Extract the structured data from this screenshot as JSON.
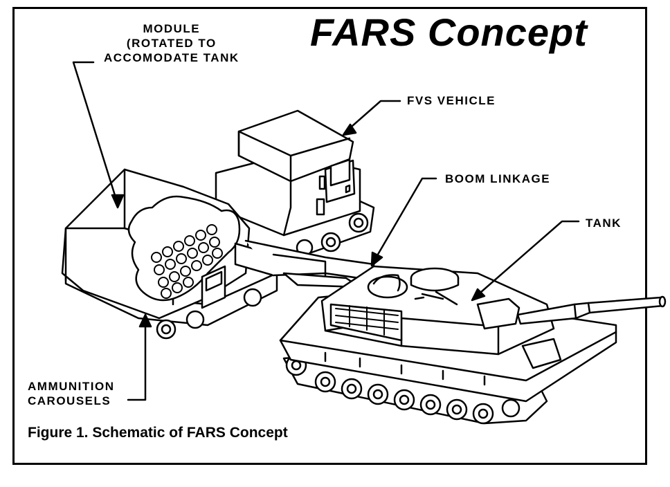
{
  "title": "FARS Concept",
  "labels": {
    "module": [
      "MODULE",
      "(ROTATED TO",
      "ACCOMODATE TANK"
    ],
    "fvs_vehicle": "FVS VEHICLE",
    "boom_linkage": "BOOM LINKAGE",
    "tank": "TANK",
    "ammunition": [
      "AMMUNITION",
      "CAROUSELS"
    ]
  },
  "caption": "Figure 1. Schematic of FARS Concept",
  "colors": {
    "ink": "#000000",
    "paper": "#ffffff"
  }
}
